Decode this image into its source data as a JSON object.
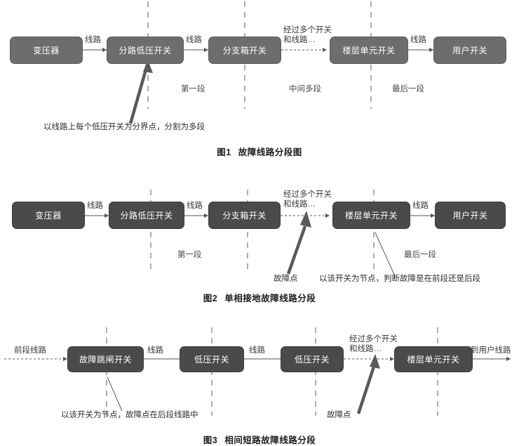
{
  "document": {
    "language": "zh-CN",
    "type": "technical-diagram-set",
    "figure_count": 3
  },
  "colors": {
    "box_fill_light": "#6d6d6d",
    "box_fill_dark": "#4a4a4a",
    "box_border_light": "#5d5d5d",
    "box_border_dark": "#3c3c3c",
    "box_text": "#ffffff",
    "label_text": "#3a3a3a",
    "caption_text": "#1d1d1d",
    "connector": "#555555",
    "divider_dash": "#9a9a9a",
    "pointer_arrow": "#5a5a5a",
    "background": "#ffffff"
  },
  "figures": [
    {
      "id": "figure-1",
      "caption_number": "图1",
      "caption_title": "故障线路分段图",
      "nodes": [
        {
          "id": "n1",
          "label": "变压器"
        },
        {
          "id": "n2",
          "label": "分路低压开关"
        },
        {
          "id": "n3",
          "label": "分支箱开关"
        },
        {
          "id": "n4",
          "label": "楼层单元开关"
        },
        {
          "id": "n5",
          "label": "用户开关"
        }
      ],
      "connectors": [
        {
          "id": "c1",
          "label": "线路",
          "style": "solid"
        },
        {
          "id": "c2",
          "label": "线路",
          "style": "solid"
        },
        {
          "id": "c3",
          "label": "经过多个开关\n和线路…",
          "style": "dashed"
        },
        {
          "id": "c4",
          "label": "线路",
          "style": "solid"
        }
      ],
      "segments": [
        {
          "id": "s1",
          "label": "第一段"
        },
        {
          "id": "s2",
          "label": "中间多段"
        },
        {
          "id": "s3",
          "label": "最后一段"
        }
      ],
      "annotations": [
        {
          "id": "a1",
          "text": "以线路上每个低压开关为分界点，分割为多段",
          "pointer": "thick-arrow",
          "points_to": "分路低压开关"
        }
      ]
    },
    {
      "id": "figure-2",
      "caption_number": "图2",
      "caption_title": "单相接地故障线路分段",
      "nodes": [
        {
          "id": "n1",
          "label": "变压器"
        },
        {
          "id": "n2",
          "label": "分路低压开关"
        },
        {
          "id": "n3",
          "label": "分支箱开关"
        },
        {
          "id": "n4",
          "label": "楼层单元开关"
        },
        {
          "id": "n5",
          "label": "用户开关"
        }
      ],
      "connectors": [
        {
          "id": "c1",
          "label": "线路",
          "style": "solid"
        },
        {
          "id": "c2",
          "label": "线路",
          "style": "solid"
        },
        {
          "id": "c3",
          "label": "经过多个开关\n和线路…",
          "style": "dashed"
        },
        {
          "id": "c4",
          "label": "线路",
          "style": "solid"
        }
      ],
      "segments": [
        {
          "id": "s1",
          "label": "第一段"
        },
        {
          "id": "s2",
          "label": "最后一段"
        }
      ],
      "annotations": [
        {
          "id": "a1",
          "text": "故障点",
          "pointer": "thick-arrow",
          "points_to": "中间多段线路"
        },
        {
          "id": "a2",
          "text": "以该开关为节点，判断故障是在前段还是后段",
          "pointer": "thin-line",
          "points_to": "楼层单元开关"
        }
      ]
    },
    {
      "id": "figure-3",
      "caption_number": "图3",
      "caption_title": "相间短路故障线路分段",
      "nodes": [
        {
          "id": "n1",
          "label": "故障跳闸开关"
        },
        {
          "id": "n2",
          "label": "低压开关"
        },
        {
          "id": "n3",
          "label": "低压开关"
        },
        {
          "id": "n4",
          "label": "楼层单元开关"
        }
      ],
      "connectors": [
        {
          "id": "c0",
          "label": "前段线路",
          "style": "dashed"
        },
        {
          "id": "c1",
          "label": "线路",
          "style": "solid"
        },
        {
          "id": "c2",
          "label": "线路",
          "style": "solid"
        },
        {
          "id": "c3",
          "label": "经过多个开关\n和线路…",
          "style": "dashed"
        },
        {
          "id": "c4",
          "label": "到用户线路",
          "style": "solid"
        }
      ],
      "annotations": [
        {
          "id": "a1",
          "text": "以该开关为节点，故障点在后段线路中",
          "pointer": "thin-line",
          "points_to": "故障跳闸开关"
        },
        {
          "id": "a2",
          "text": "故障点",
          "pointer": "thick-arrow",
          "points_to": "低压开关后段线路"
        }
      ]
    }
  ]
}
